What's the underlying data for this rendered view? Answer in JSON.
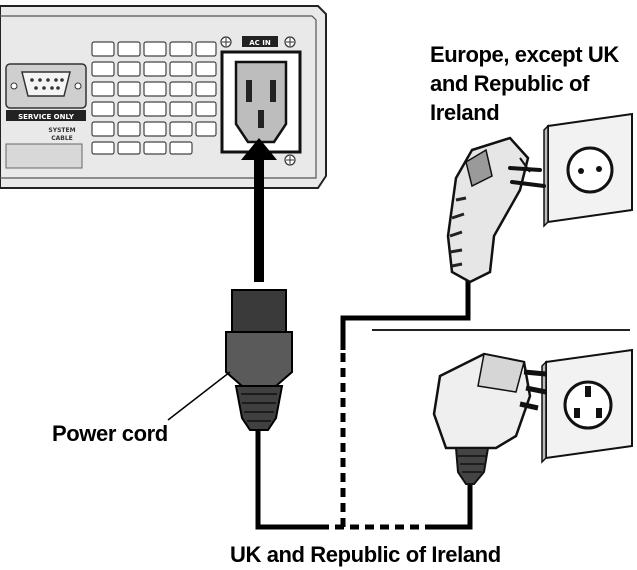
{
  "labels": {
    "europe_line1": "Europe, except UK",
    "europe_line2": "and Republic of",
    "europe_line3": "Ireland",
    "power_cord": "Power cord",
    "uk_ireland": "UK and Republic of Ireland"
  },
  "device_panel": {
    "service_only": "SERVICE ONLY",
    "system_cable_line1": "SYSTEM",
    "system_cable_line2": "CABLE",
    "ac_in": "AC IN"
  }
}
